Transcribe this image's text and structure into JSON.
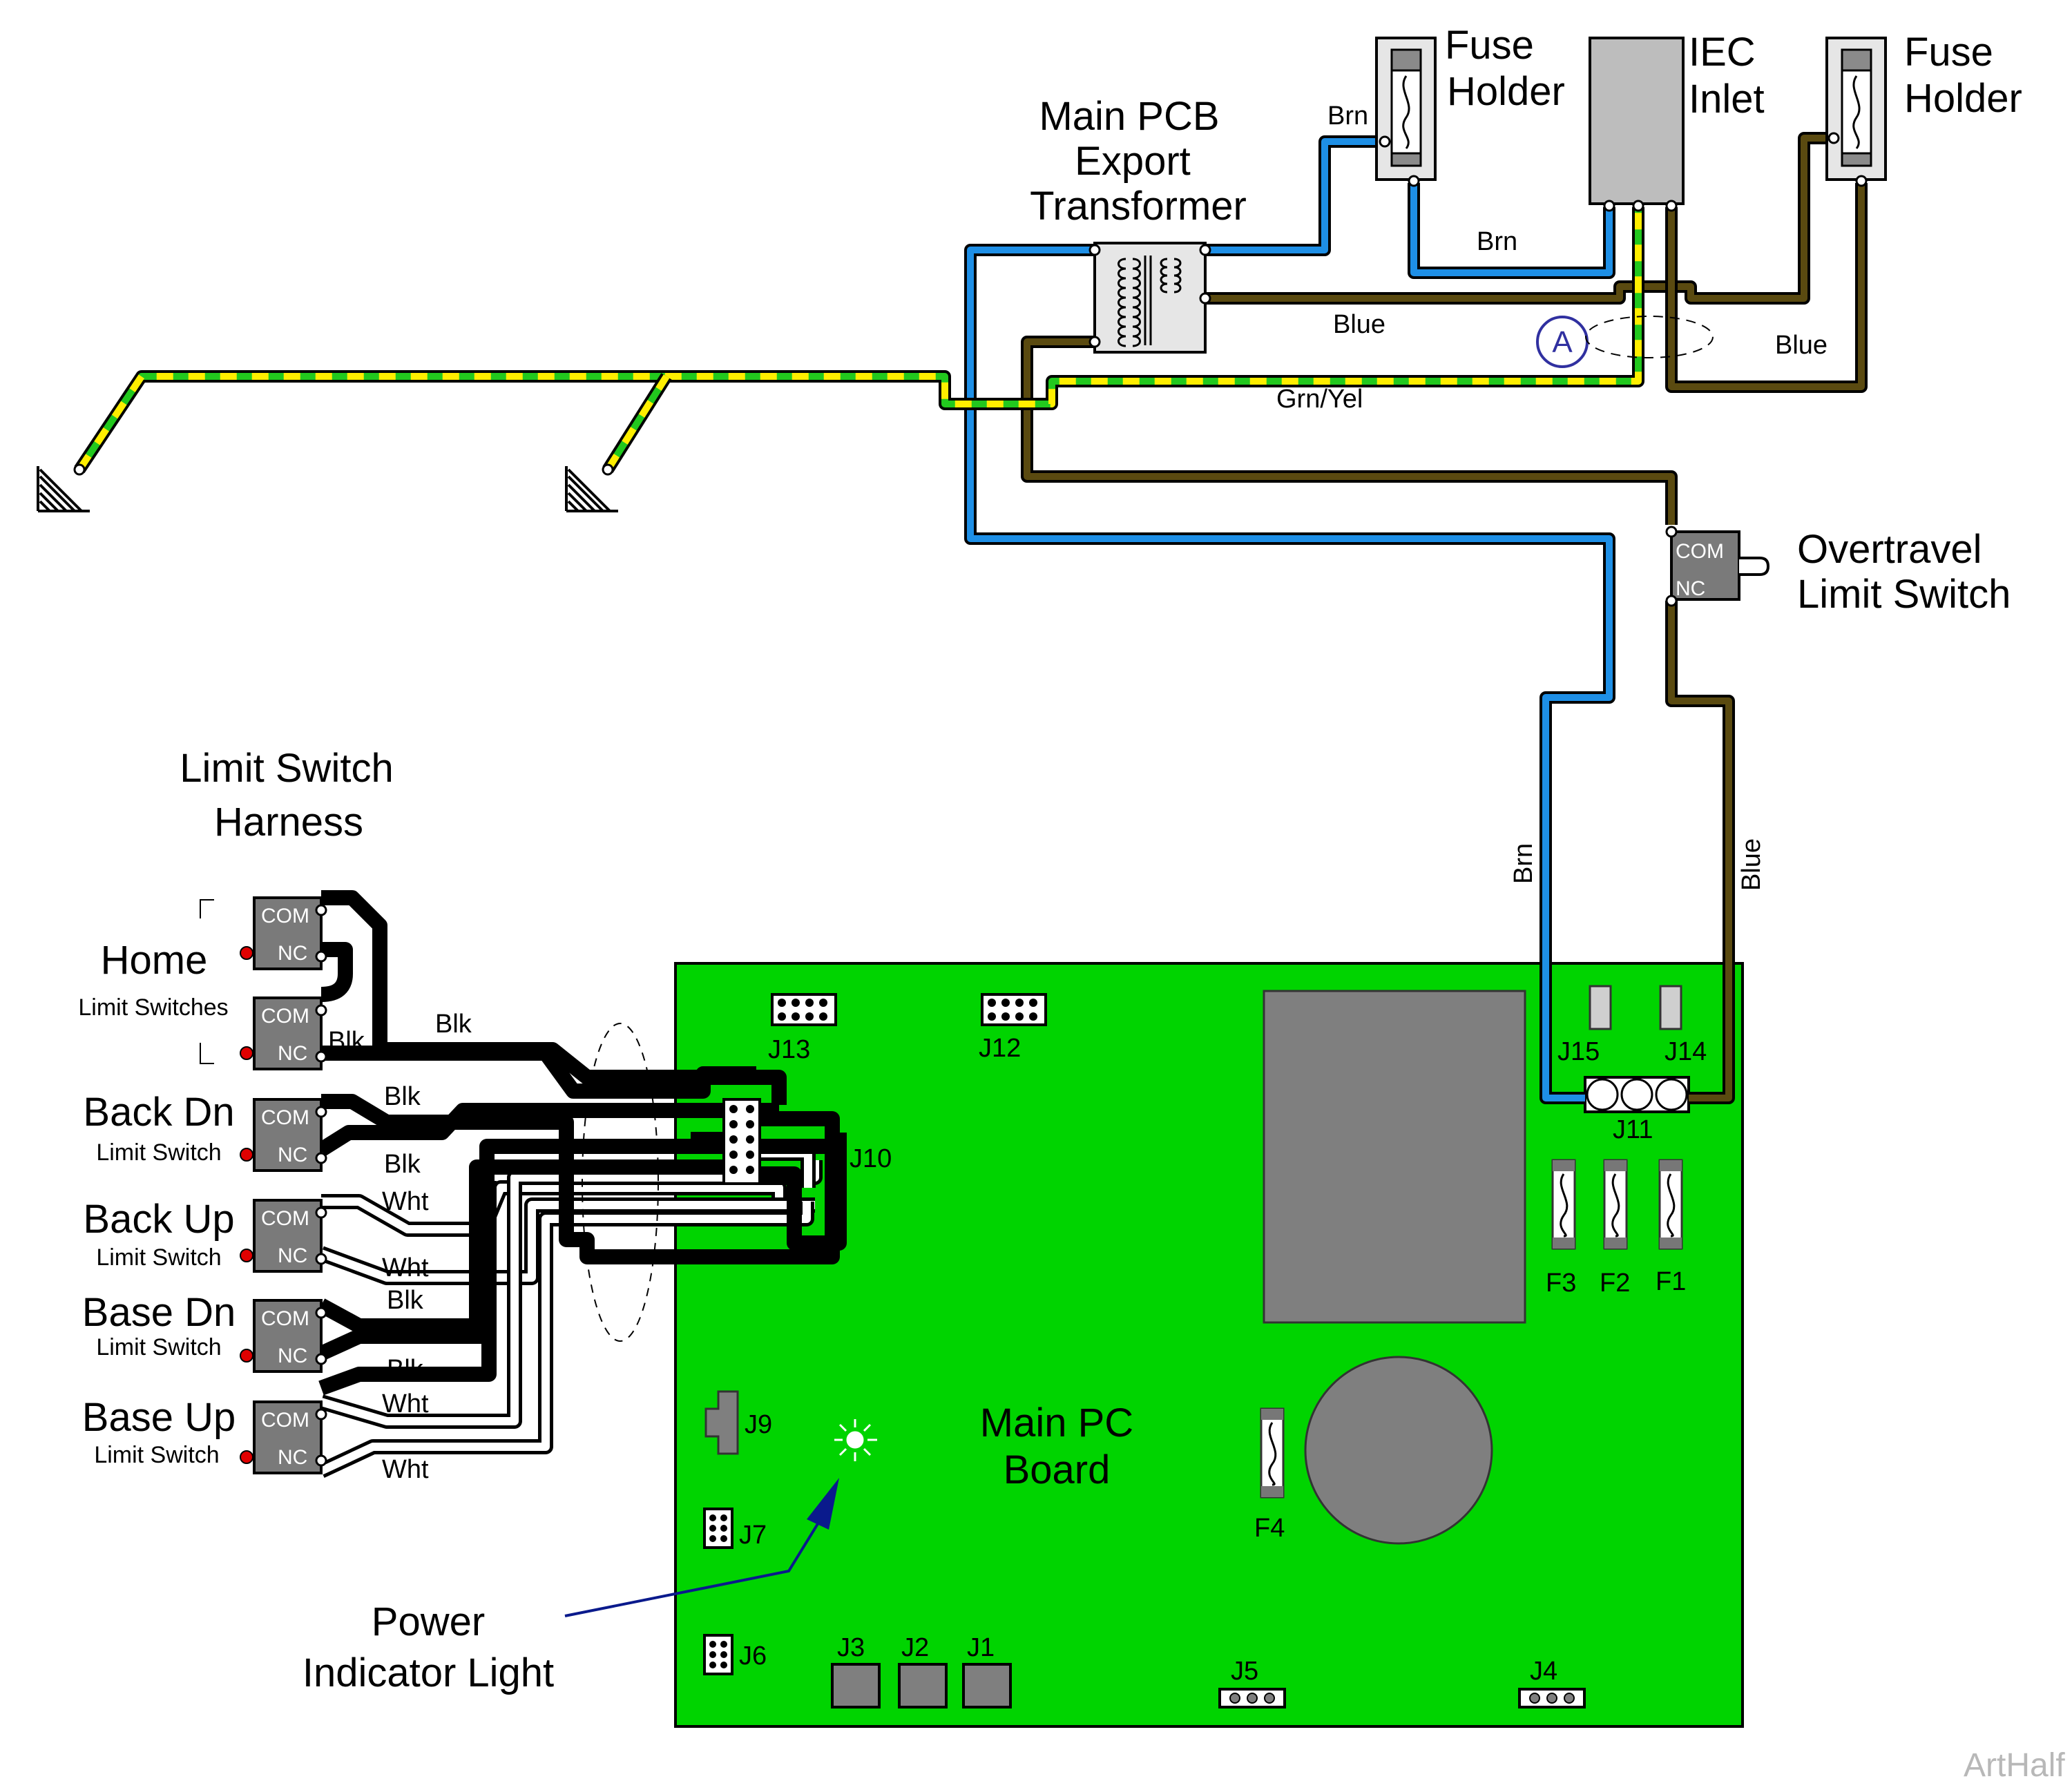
{
  "labels": {
    "main_pcb_transformer": [
      "Main PCB",
      "Export",
      "Transformer"
    ],
    "fuse_holder_left": [
      "Fuse",
      "Holder"
    ],
    "iec_inlet": [
      "IEC",
      "Inlet"
    ],
    "fuse_holder_right": [
      "Fuse",
      "Holder"
    ],
    "overtravel": [
      "Overtravel",
      "Limit Switch"
    ],
    "harness_title": [
      "Limit Switch",
      "Harness"
    ],
    "main_pc_board": [
      "Main PC",
      "Board"
    ],
    "power_indicator": [
      "Power",
      "Indicator Light"
    ],
    "marker_a": "A",
    "watermark": "ArtHalf"
  },
  "wire_labels": {
    "brn_fuse": "Brn",
    "brn_iec": "Brn",
    "blue_mid": "Blue",
    "blue_right": "Blue",
    "grn_yel": "Grn/Yel",
    "brn_vertical": "Brn",
    "blue_vertical": "Blue",
    "blk_1": "Blk",
    "blk_2": "Blk",
    "blk_3": "Blk",
    "blk_4": "Blk",
    "wht_1": "Wht",
    "wht_2": "Wht",
    "blk_5": "Blk",
    "blk_6": "Blk",
    "wht_3": "Wht",
    "wht_4": "Wht"
  },
  "switches": [
    {
      "name": "Home",
      "sub": "Limit Switches"
    },
    {
      "name": "Back Dn",
      "sub": "Limit Switch"
    },
    {
      "name": "Back Up",
      "sub": "Limit Switch"
    },
    {
      "name": "Base Dn",
      "sub": "Limit Switch"
    },
    {
      "name": "Base Up",
      "sub": "Limit Switch"
    }
  ],
  "terminals": {
    "com": "COM",
    "nc": "NC"
  },
  "connectors": {
    "J13": "J13",
    "J12": "J12",
    "J10": "J10",
    "J15": "J15",
    "J14": "J14",
    "J11": "J11",
    "J9": "J9",
    "J7": "J7",
    "J6": "J6",
    "J3": "J3",
    "J2": "J2",
    "J1": "J1",
    "J5": "J5",
    "J4": "J4"
  },
  "fuses": {
    "F1": "F1",
    "F2": "F2",
    "F3": "F3",
    "F4": "F4"
  },
  "colors": {
    "board": "#00d400",
    "brown_wire": "#5a4a10",
    "blue_wire": "#1e8fe6",
    "ground_green": "#22c81e",
    "ground_yellow": "#ffee00",
    "black_wire": "#000000",
    "switch_body": "#7a7a7a",
    "arrow": "#0a1a8c"
  }
}
